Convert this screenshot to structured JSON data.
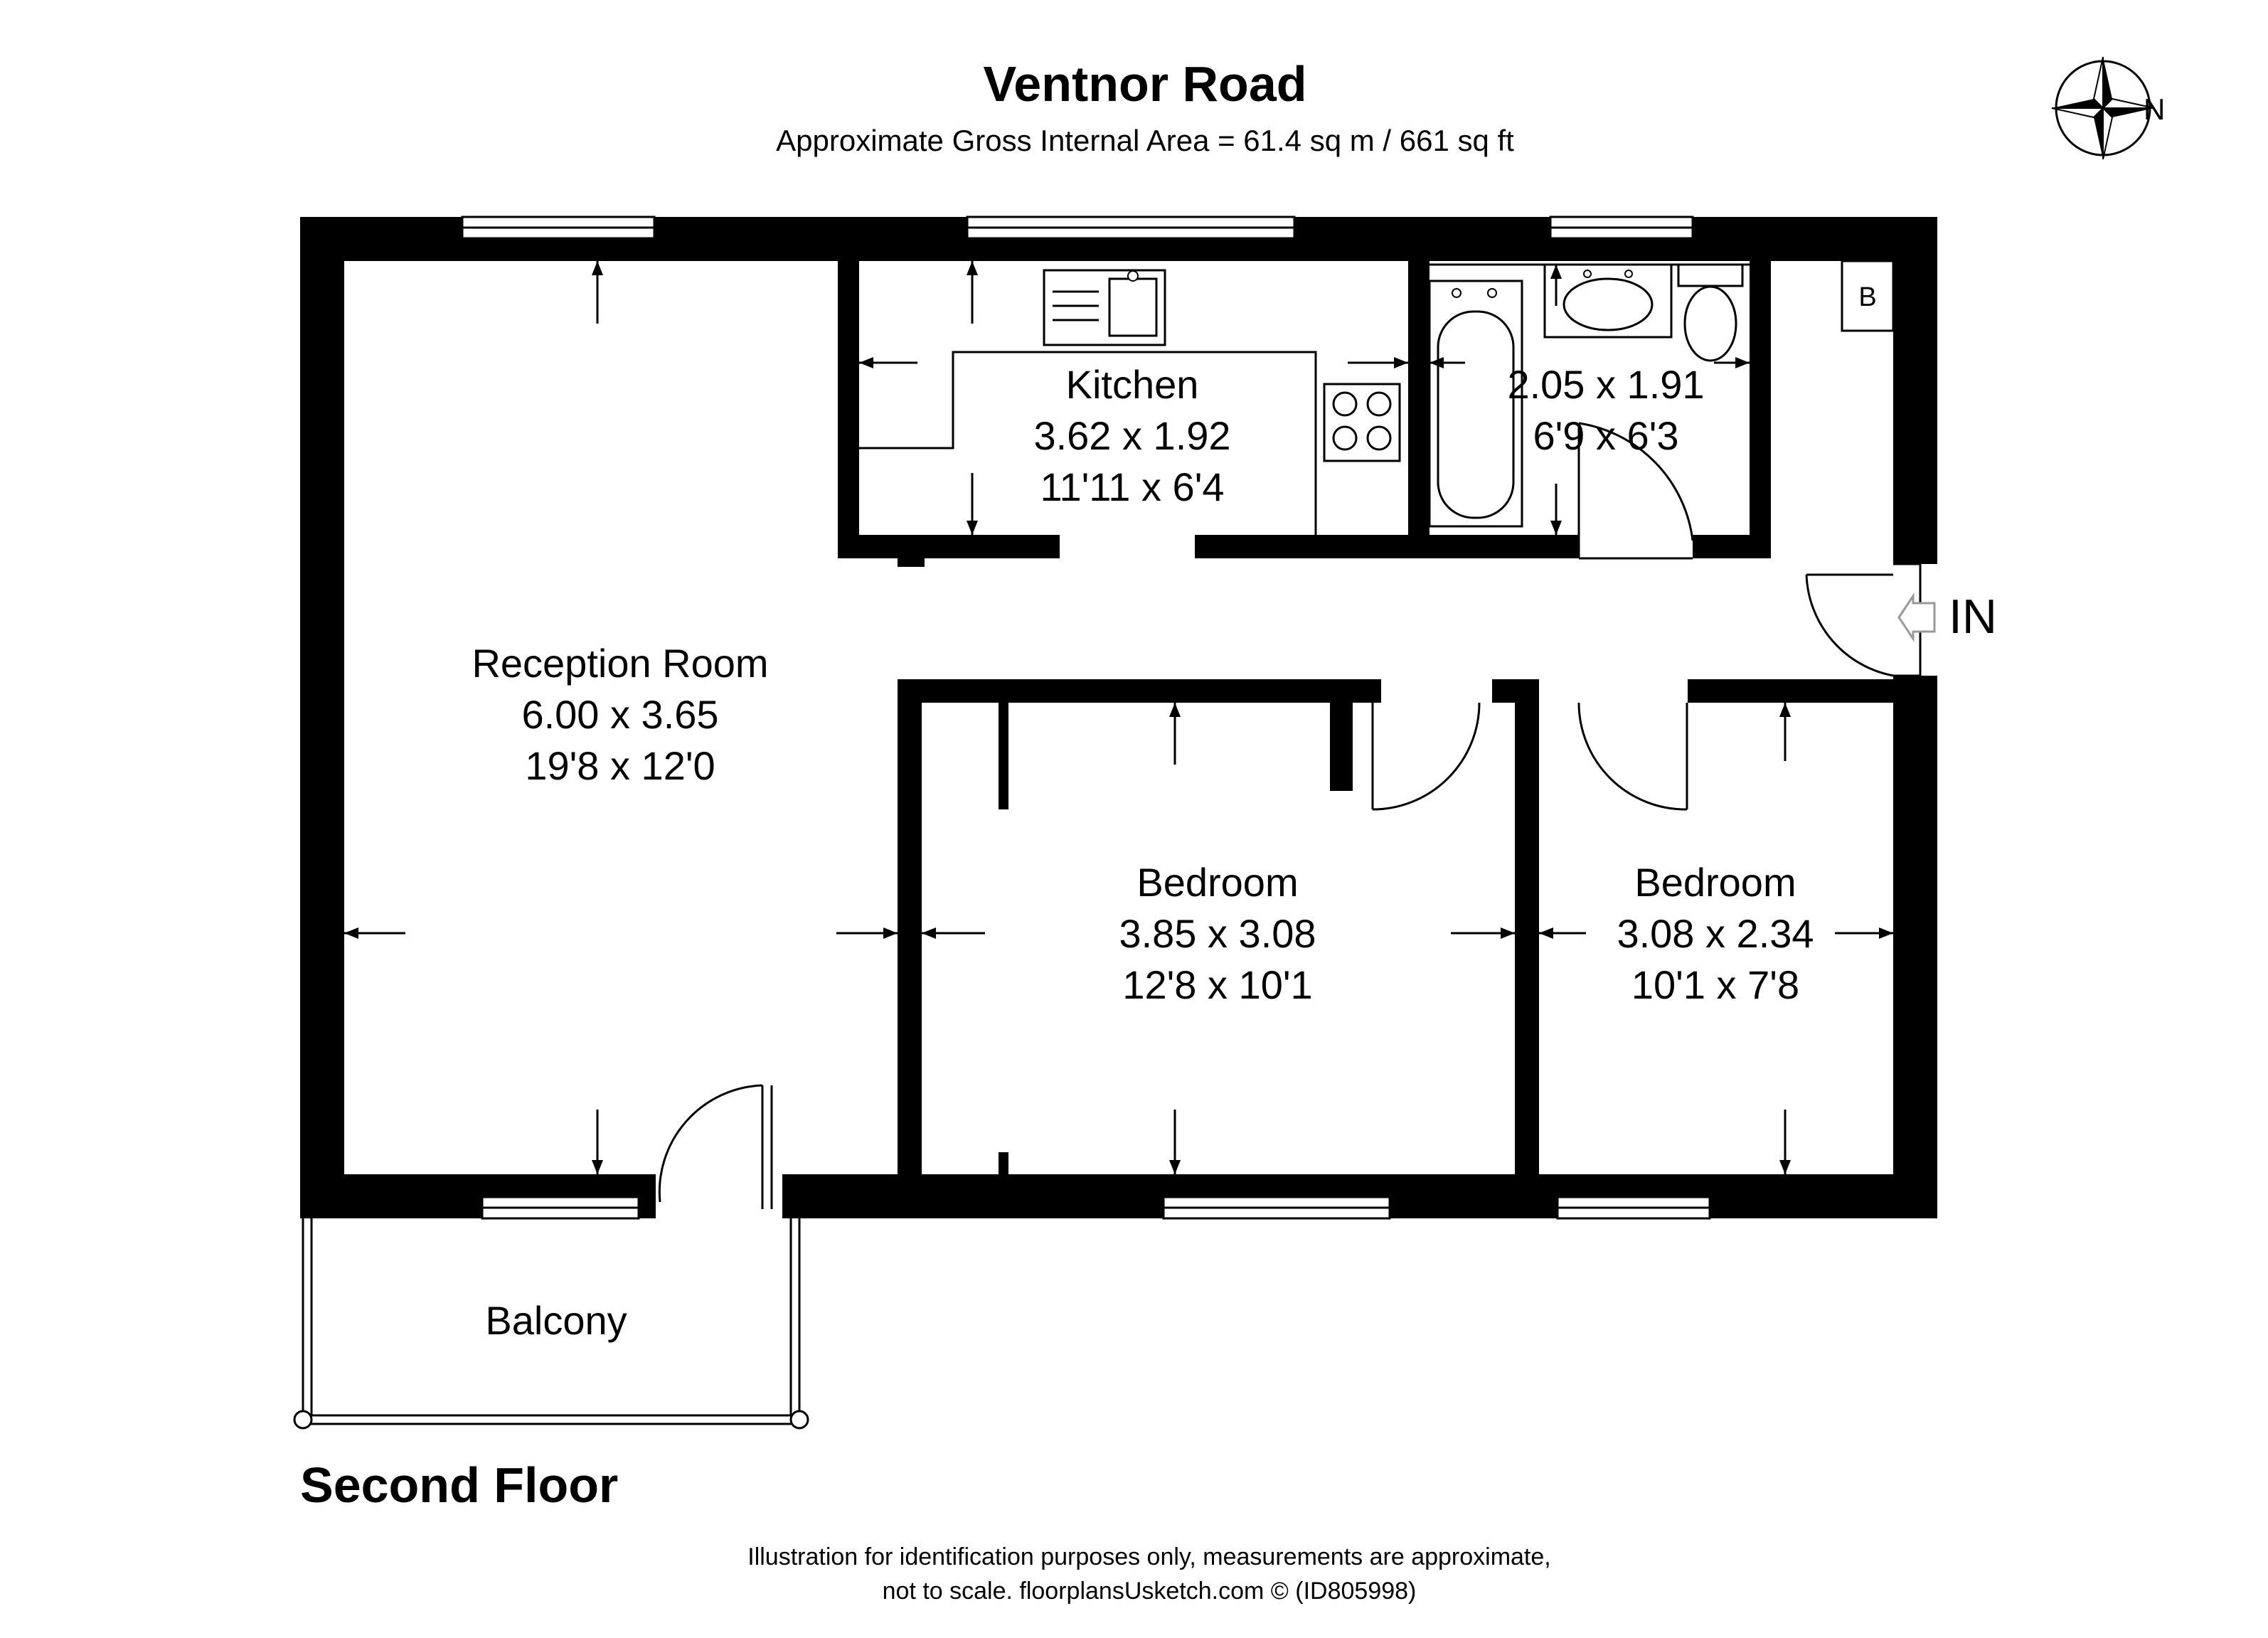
{
  "header": {
    "title": "Ventnor Road",
    "subtitle": "Approximate Gross Internal Area = 61.4 sq m / 661 sq ft"
  },
  "compass": {
    "label": "N",
    "icon": "compass-rose-icon"
  },
  "rooms": [
    {
      "id": "reception",
      "name": "Reception Room",
      "metric": "6.00 x 3.65",
      "imperial": "19'8 x 12'0"
    },
    {
      "id": "kitchen",
      "name": "Kitchen",
      "metric": "3.62 x 1.92",
      "imperial": "11'11 x 6'4"
    },
    {
      "id": "bathroom",
      "name": "",
      "metric": "2.05 x 1.91",
      "imperial": "6'9 x 6'3"
    },
    {
      "id": "bedroom-1",
      "name": "Bedroom",
      "metric": "3.85 x 3.08",
      "imperial": "12'8 x 10'1"
    },
    {
      "id": "bedroom-2",
      "name": "Bedroom",
      "metric": "3.08 x 2.34",
      "imperial": "10'1 x 7'8"
    },
    {
      "id": "balcony",
      "name": "Balcony"
    }
  ],
  "labels": {
    "entrance": "IN",
    "boiler": "B"
  },
  "floor_label": "Second Floor",
  "disclaimer": {
    "line1": "Illustration for identification purposes only, measurements are approximate,",
    "line2": "not to scale. floorplansUsketch.com © (ID805998)"
  }
}
